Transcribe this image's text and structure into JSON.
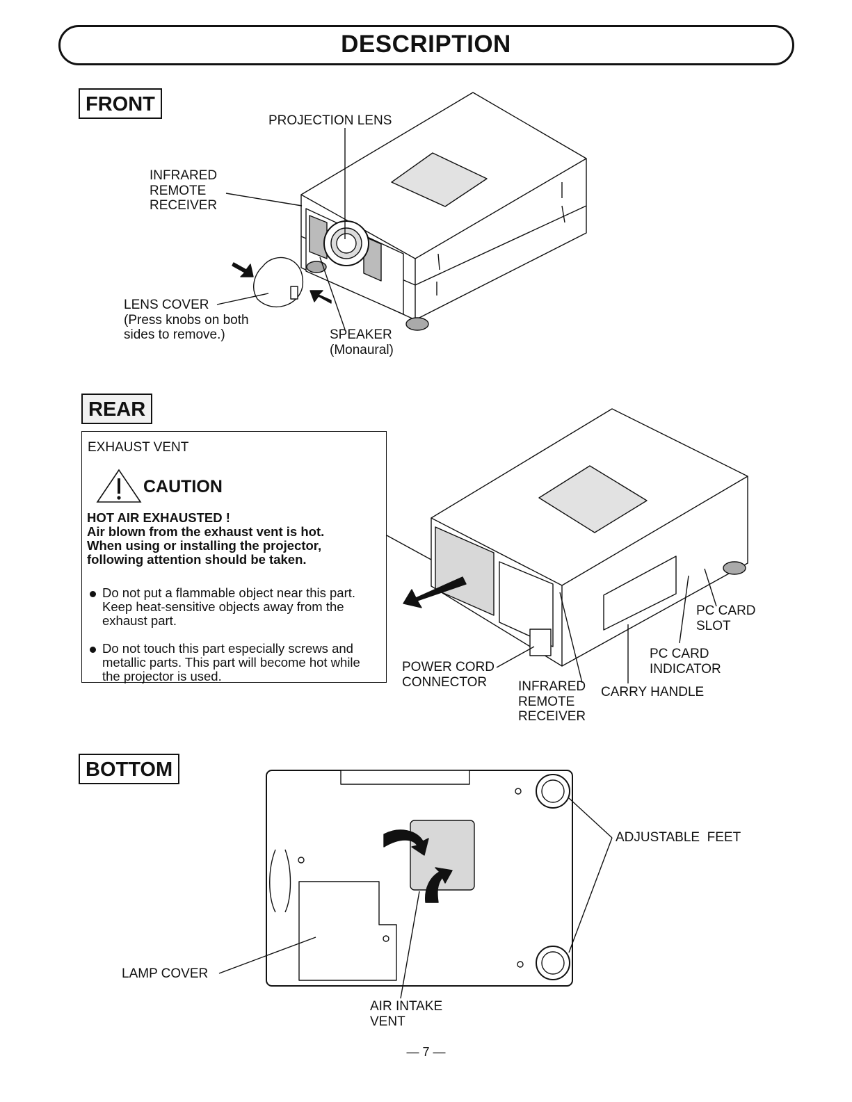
{
  "page": {
    "title": "DESCRIPTION",
    "page_number": "— 7 —"
  },
  "front": {
    "heading": "FRONT",
    "labels": {
      "projection_lens": "PROJECTION LENS",
      "infrared_remote_receiver": "INFRARED\nREMOTE\nRECEIVER",
      "lens_cover": "LENS COVER\n(Press knobs on both\nsides to remove.)",
      "speaker": "SPEAKER\n(Monaural)"
    }
  },
  "rear": {
    "heading": "REAR",
    "exhaust_vent": "EXHAUST VENT",
    "caution_title": "CAUTION",
    "caution_lines": [
      "HOT AIR EXHAUSTED !",
      "Air blown from the exhaust vent is hot.",
      "When using or installing the projector,",
      "following attention should be taken."
    ],
    "bullets": [
      "Do not put a flammable object near this part.\nKeep heat-sensitive objects away from the exhaust part.",
      "Do not touch this part especially screws and metallic parts. This part will become hot while the projector is used."
    ],
    "labels": {
      "power_cord_connector": "POWER CORD\nCONNECTOR",
      "infrared_remote_receiver": "INFRARED\nREMOTE\nRECEIVER",
      "carry_handle": "CARRY HANDLE",
      "pc_card_indicator": "PC CARD\nINDICATOR",
      "pc_card_slot": "PC CARD\nSLOT"
    }
  },
  "bottom": {
    "heading": "BOTTOM",
    "labels": {
      "adjustable_feet": "ADJUSTABLE  FEET",
      "lamp_cover": "LAMP COVER",
      "air_intake_vent": "AIR INTAKE\nVENT"
    }
  }
}
